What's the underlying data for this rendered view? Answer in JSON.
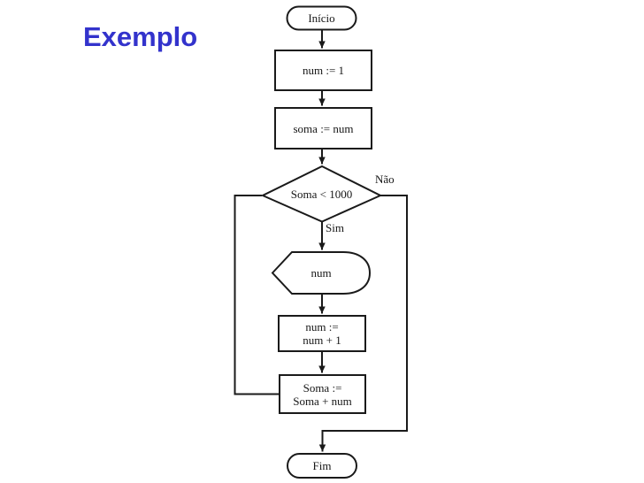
{
  "slide": {
    "title": "Exemplo",
    "title_color": "#3333CC",
    "background_color": "#FFFFFF",
    "line_color": "#1A1A1A"
  },
  "flowchart": {
    "start": {
      "label": "Início",
      "type": "terminator"
    },
    "assign_num": {
      "label": "num := 1",
      "type": "process"
    },
    "assign_soma": {
      "label": "soma := num",
      "type": "process"
    },
    "decision": {
      "label": "Soma < 1000",
      "type": "decision",
      "no_label": "Não",
      "yes_label": "Sim"
    },
    "display_num": {
      "label": "num",
      "type": "display"
    },
    "increment": {
      "line1": "num :=",
      "line2": "num + 1",
      "type": "process"
    },
    "accumulate": {
      "line1": "Soma :=",
      "line2": "Soma + num",
      "type": "process"
    },
    "end": {
      "label": "Fim",
      "type": "terminator"
    }
  }
}
